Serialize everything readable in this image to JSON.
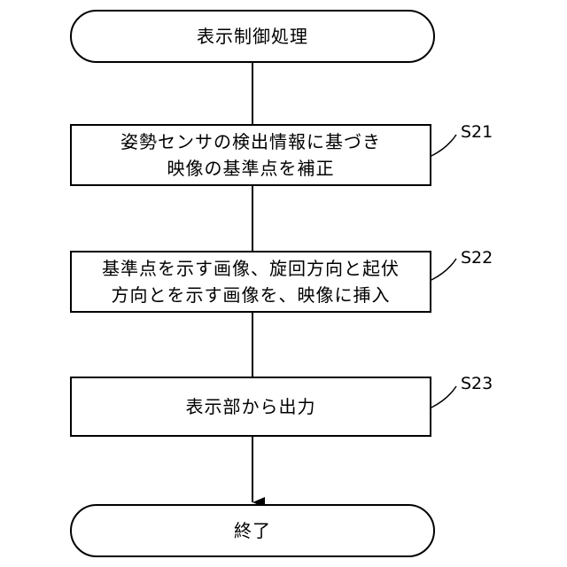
{
  "flowchart": {
    "start": "表示制御処理",
    "end": "終了",
    "steps": [
      {
        "id": "S21",
        "lines": [
          "姿勢センサの検出情報に基づき",
          "映像の基準点を補正"
        ]
      },
      {
        "id": "S22",
        "lines": [
          "基準点を示す画像、旋回方向と起伏",
          "方向とを示す画像を、映像に挿入"
        ]
      },
      {
        "id": "S23",
        "lines": [
          "表示部から出力"
        ]
      }
    ]
  }
}
